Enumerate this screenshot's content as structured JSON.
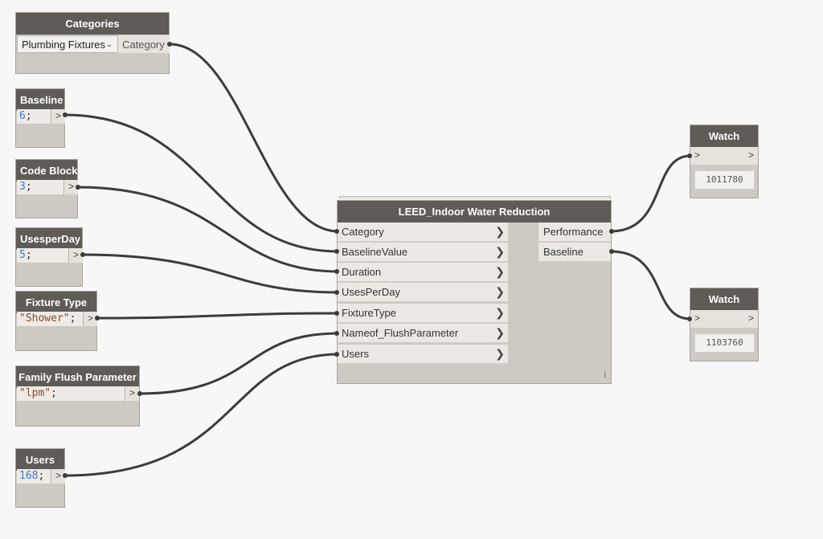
{
  "nodes": {
    "categories": {
      "title": "Categories",
      "selected": "Plumbing Fixtures",
      "output_label": "Category"
    },
    "baseline": {
      "title": "Baseline",
      "value": "6",
      "output_symbol": ">"
    },
    "code_block": {
      "title": "Code Block",
      "value": "3",
      "output_symbol": ">"
    },
    "uses_per_day": {
      "title": "UsesperDay",
      "value": "5",
      "output_symbol": ">"
    },
    "fixture_type": {
      "title": "Fixture Type",
      "value": "\"Shower\"",
      "output_symbol": ">"
    },
    "family_flush": {
      "title": "Family Flush Parameter",
      "value": "\"lpm\"",
      "output_symbol": ">"
    },
    "users": {
      "title": "Users",
      "value": "168",
      "output_symbol": ">"
    }
  },
  "main_node": {
    "title": "LEED_Indoor Water Reduction",
    "inputs": [
      "Category",
      "BaselineValue",
      "Duration",
      "UsesPerDay",
      "FixtureType",
      "Nameof_FlushParameter",
      "Users"
    ],
    "outputs": [
      "Performance",
      "Baseline"
    ],
    "corner_mark": "l"
  },
  "watch_nodes": [
    {
      "title": "Watch",
      "in_symbol": ">",
      "out_symbol": ">",
      "value": "1011780"
    },
    {
      "title": "Watch",
      "in_symbol": ">",
      "out_symbol": ">",
      "value": "1103760"
    }
  ],
  "code_semicolon": ";",
  "colors": {
    "canvas": "#f7f7f7",
    "node_header": "#5f5b57",
    "node_body": "#cdc9c3",
    "wire": "#3c3c3c",
    "number": "#3a7ac5",
    "string": "#8b4a22"
  }
}
